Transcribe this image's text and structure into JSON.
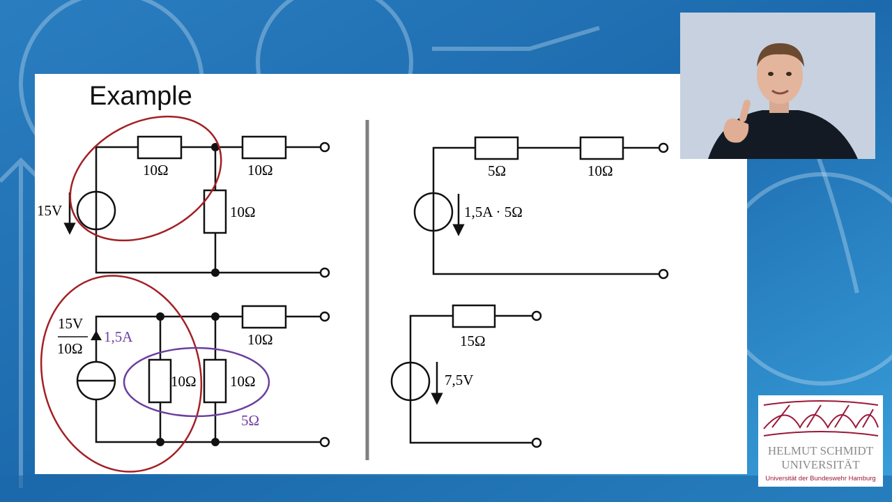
{
  "slide": {
    "title": "Example",
    "colors": {
      "wire": "#111111",
      "red_ellipse": "#a31f24",
      "purple": "#6b3ea0"
    },
    "circuit_top_left": {
      "source": "15V",
      "r_series": "10Ω",
      "r_out": "10Ω",
      "r_shunt": "10Ω"
    },
    "circuit_bottom_left": {
      "fraction_num": "15V",
      "fraction_den": "10Ω",
      "current": "1,5A",
      "r_shunt_1": "10Ω",
      "r_shunt_2": "10Ω",
      "r_out": "10Ω",
      "r_parallel": "5Ω"
    },
    "circuit_top_right": {
      "r1": "5Ω",
      "r2": "10Ω",
      "source": "1,5A · 5Ω"
    },
    "circuit_bottom_right": {
      "r1": "15Ω",
      "source": "7,5V"
    }
  },
  "logo": {
    "name_line1": "HELMUT SCHMIDT",
    "name_line2": "UNIVERSITÄT",
    "subtitle": "Universität der Bundeswehr Hamburg",
    "color": "#9b1838"
  },
  "webcam": {
    "icon": "presenter-video"
  }
}
